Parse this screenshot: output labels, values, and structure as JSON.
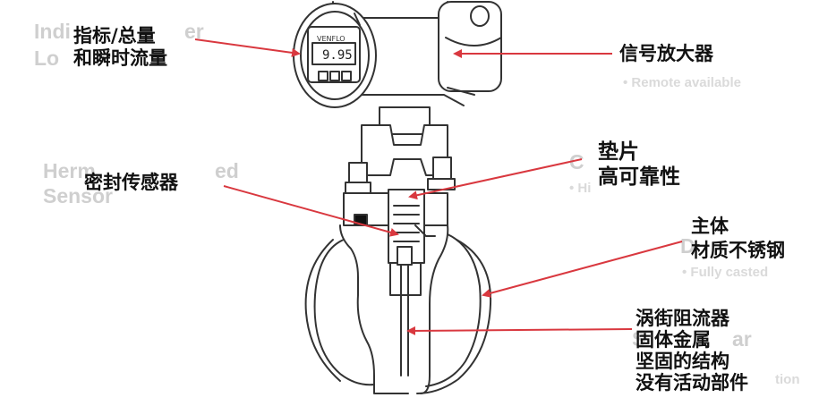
{
  "labels": {
    "indicator": [
      "指标/总量",
      "和瞬时流量"
    ],
    "amplifier": [
      "信号放大器"
    ],
    "gasket": [
      "垫片",
      "高可靠性"
    ],
    "sensor": [
      "密封传感器"
    ],
    "body": [
      "主体",
      "材质不锈钢"
    ],
    "shedder": [
      "涡街阻流器",
      "固体金属",
      "坚固的结构",
      "没有活动部件"
    ]
  },
  "ghost_text": {
    "indicator_bg": [
      "Indi",
      "er",
      "Lo"
    ],
    "remote": "• Remote available",
    "sensor_bg": [
      "Herm",
      "ed",
      "Sensor"
    ],
    "gasket_bg": [
      "C",
      "• Hi"
    ],
    "body_bg": [
      "D",
      "• Fully casted"
    ],
    "shedder_bg": [
      "S",
      "ar",
      "tion"
    ]
  },
  "display": {
    "brand": "VENFLO",
    "reading": "9.95"
  },
  "colors": {
    "arrow": "#d9383f",
    "outline": "#333333",
    "text": "#111111",
    "ghost": "#cfcfcf"
  }
}
